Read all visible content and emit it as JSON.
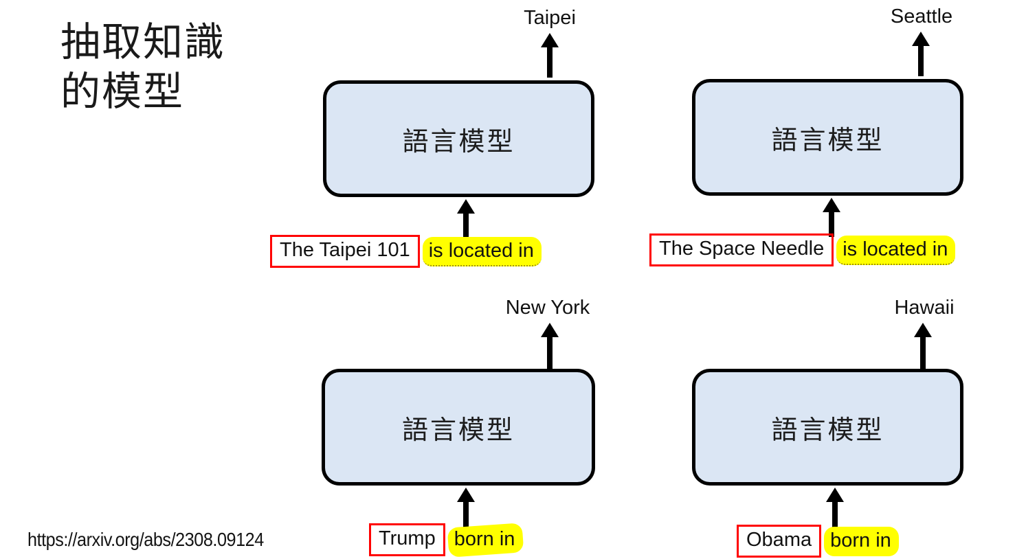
{
  "slide": {
    "title_line1": "抽取知識",
    "title_line2": "的模型",
    "source_url": "https://arxiv.org/abs/2308.09124"
  },
  "colors": {
    "box_fill": "#dbe6f4",
    "box_border": "#000000",
    "entity_outline": "#ff0000",
    "highlight": "#ffff00",
    "arrow": "#000000",
    "background": "#ffffff"
  },
  "diagrams": [
    {
      "model_label": "語言模型",
      "output_label": "Taipei",
      "entity_text": "The Taipei 101",
      "prompt_text": "is located in"
    },
    {
      "model_label": "語言模型",
      "output_label": "Seattle",
      "entity_text": "The Space Needle",
      "prompt_text": "is located in"
    },
    {
      "model_label": "語言模型",
      "output_label": "New York",
      "entity_text": "Trump",
      "prompt_text": "born in"
    },
    {
      "model_label": "語言模型",
      "output_label": "Hawaii",
      "entity_text": "Obama",
      "prompt_text": "born in"
    }
  ]
}
